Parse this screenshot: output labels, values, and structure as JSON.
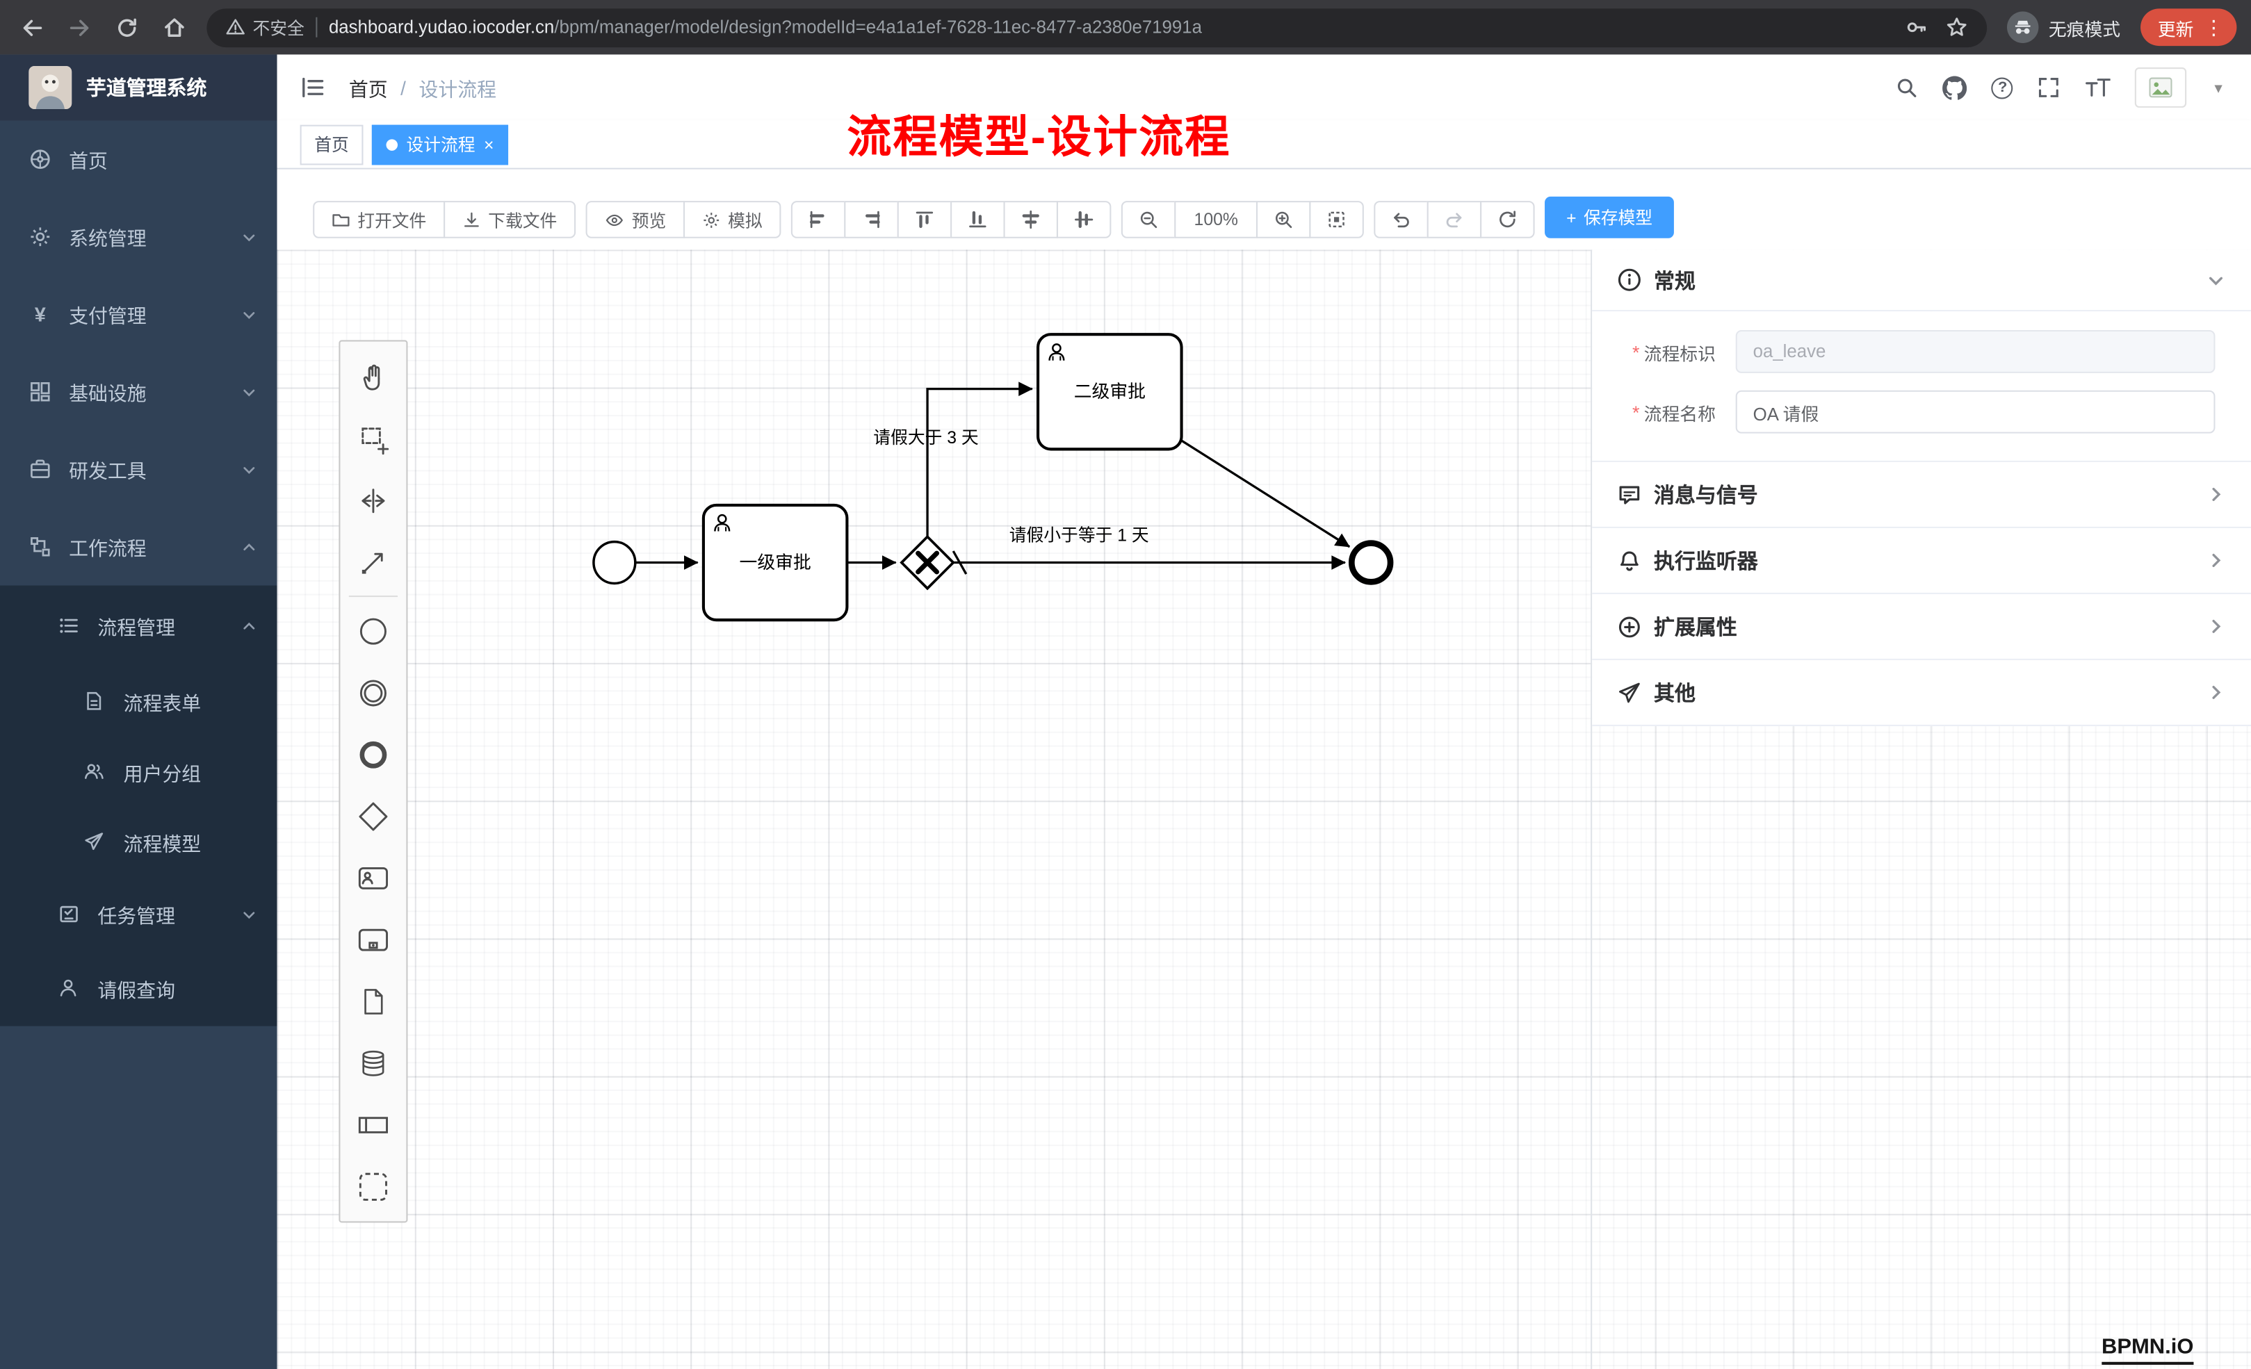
{
  "icons": {
    "question_mark": "?",
    "yen": "¥",
    "kebab": "⋮",
    "caret_down": "▾",
    "plus": "+",
    "close": "×",
    "tab_dot": "●"
  },
  "browser": {
    "security_label": "不安全",
    "url_domain": "dashboard.yudao.iocoder.cn",
    "url_path": "/bpm/manager/model/design?modelId=e4a1a1ef-7628-11ec-8477-a2380e71991a",
    "incognito_label": "无痕模式",
    "update_label": "更新"
  },
  "sidebar": {
    "title": "芋道管理系统",
    "items": [
      {
        "label": "首页"
      },
      {
        "label": "系统管理"
      },
      {
        "label": "支付管理"
      },
      {
        "label": "基础设施"
      },
      {
        "label": "研发工具"
      },
      {
        "label": "工作流程"
      },
      {
        "label": "流程管理"
      },
      {
        "label": "流程表单"
      },
      {
        "label": "用户分组"
      },
      {
        "label": "流程模型"
      },
      {
        "label": "任务管理"
      },
      {
        "label": "请假查询"
      }
    ]
  },
  "header": {
    "breadcrumb": [
      "首页",
      "设计流程"
    ],
    "separator": "/",
    "annotation": "流程模型-设计流程"
  },
  "tabs": [
    {
      "label": "首页"
    },
    {
      "label": "设计流程"
    }
  ],
  "toolbar": {
    "open_file": "打开文件",
    "download_file": "下载文件",
    "preview": "预览",
    "simulate": "模拟",
    "zoom_level": "100%",
    "save_label": "保存模型"
  },
  "canvas": {
    "task1_label": "一级审批",
    "task2_label": "二级审批",
    "edge_label_greater": "请假大于 3 天",
    "edge_label_less_equal": "请假小于等于 1 天",
    "watermark": "BPMN.iO"
  },
  "panel": {
    "sections": [
      {
        "title": "常规"
      },
      {
        "title": "消息与信号"
      },
      {
        "title": "执行监听器"
      },
      {
        "title": "扩展属性"
      },
      {
        "title": "其他"
      }
    ],
    "fields": [
      {
        "label": "流程标识",
        "value": "oa_leave"
      },
      {
        "label": "流程名称",
        "value": "OA 请假"
      }
    ]
  },
  "colors": {
    "accent": "#409eff",
    "annotation_red": "#fe0000",
    "update_button": "#d9503f",
    "sidebar_bg": "#304156",
    "submenu_bg": "#1f2d3d"
  }
}
